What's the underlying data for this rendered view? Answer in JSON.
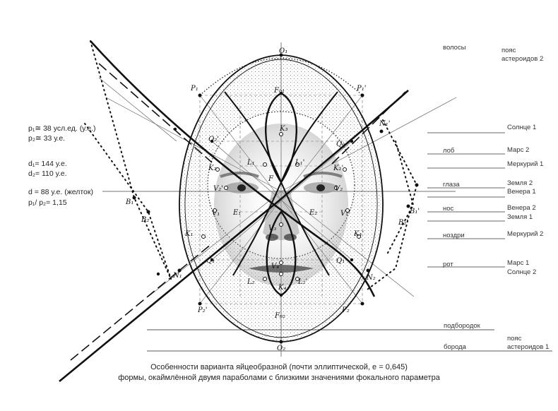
{
  "params": {
    "p1": "p₁≅ 38 усл.ед. (у.е.)",
    "p2": "p₂≅ 33 у.е.",
    "d1": "d₁= 144 у.е.",
    "d2": "d₂= 110 у.е.",
    "d": "d = 88 у.е. (желток)",
    "ratio": "p₁/ p₂= 1,15"
  },
  "face_labels": {
    "hair": "волосы",
    "forehead": "лоб",
    "eyes": "глаза",
    "nose": "нос",
    "nostrils": "ноздри",
    "mouth": "рот",
    "chin": "подбородок",
    "beard": "борода"
  },
  "body_labels": {
    "asteroids2": "пояс астероидов 2",
    "sun1": "Солнце 1",
    "mars2": "Марс 2",
    "mercury1": "Меркурий 1",
    "earth2": "Земля 2",
    "venus1": "Венера 1",
    "venus2": "Венера 2",
    "earth1": "Земля 1",
    "mercury2": "Меркурий 2",
    "mars1": "Марс 1",
    "sun2": "Солнце 2",
    "asteroids1": "пояс астероидов 1"
  },
  "caption": {
    "line1": "Особенности варианта яйцеобразной (почти эллиптической, e = 0,645)",
    "line2": "формы, окаймлённой двумя параболами с близкими значениями фокального параметра"
  },
  "points": {
    "O1": "O₁",
    "O2": "O₂",
    "F01": "F₀₁",
    "F02": "F₀₂",
    "F": "F",
    "P1": "P₁",
    "P1p": "P₁'",
    "P2": "P₂",
    "P2p": "P₂'",
    "N1p": "N₁'",
    "N1": "N₁",
    "N2": "N₂",
    "Q1": "Q₁",
    "Q1p": "Q₁'",
    "Q2": "Q₂",
    "Q2p": "Q₂'",
    "K1": "K₁",
    "K1p": "K₁'",
    "K2": "K₂",
    "K2p": "K₂'",
    "K3": "K₃",
    "K4": "K₄",
    "L1": "L₁",
    "L1p": "L₁'",
    "L2": "L₂",
    "L2p": "L₂'",
    "V1": "V₁",
    "V1p": "V₁'",
    "V2": "V₂",
    "V2p": "V₂'",
    "V3": "V₃",
    "V4": "V₄",
    "E1": "E₁",
    "E2": "E₂",
    "B1": "B₁",
    "B1p": "B₁'",
    "B2": "B₂",
    "B2p": "B₂'"
  }
}
